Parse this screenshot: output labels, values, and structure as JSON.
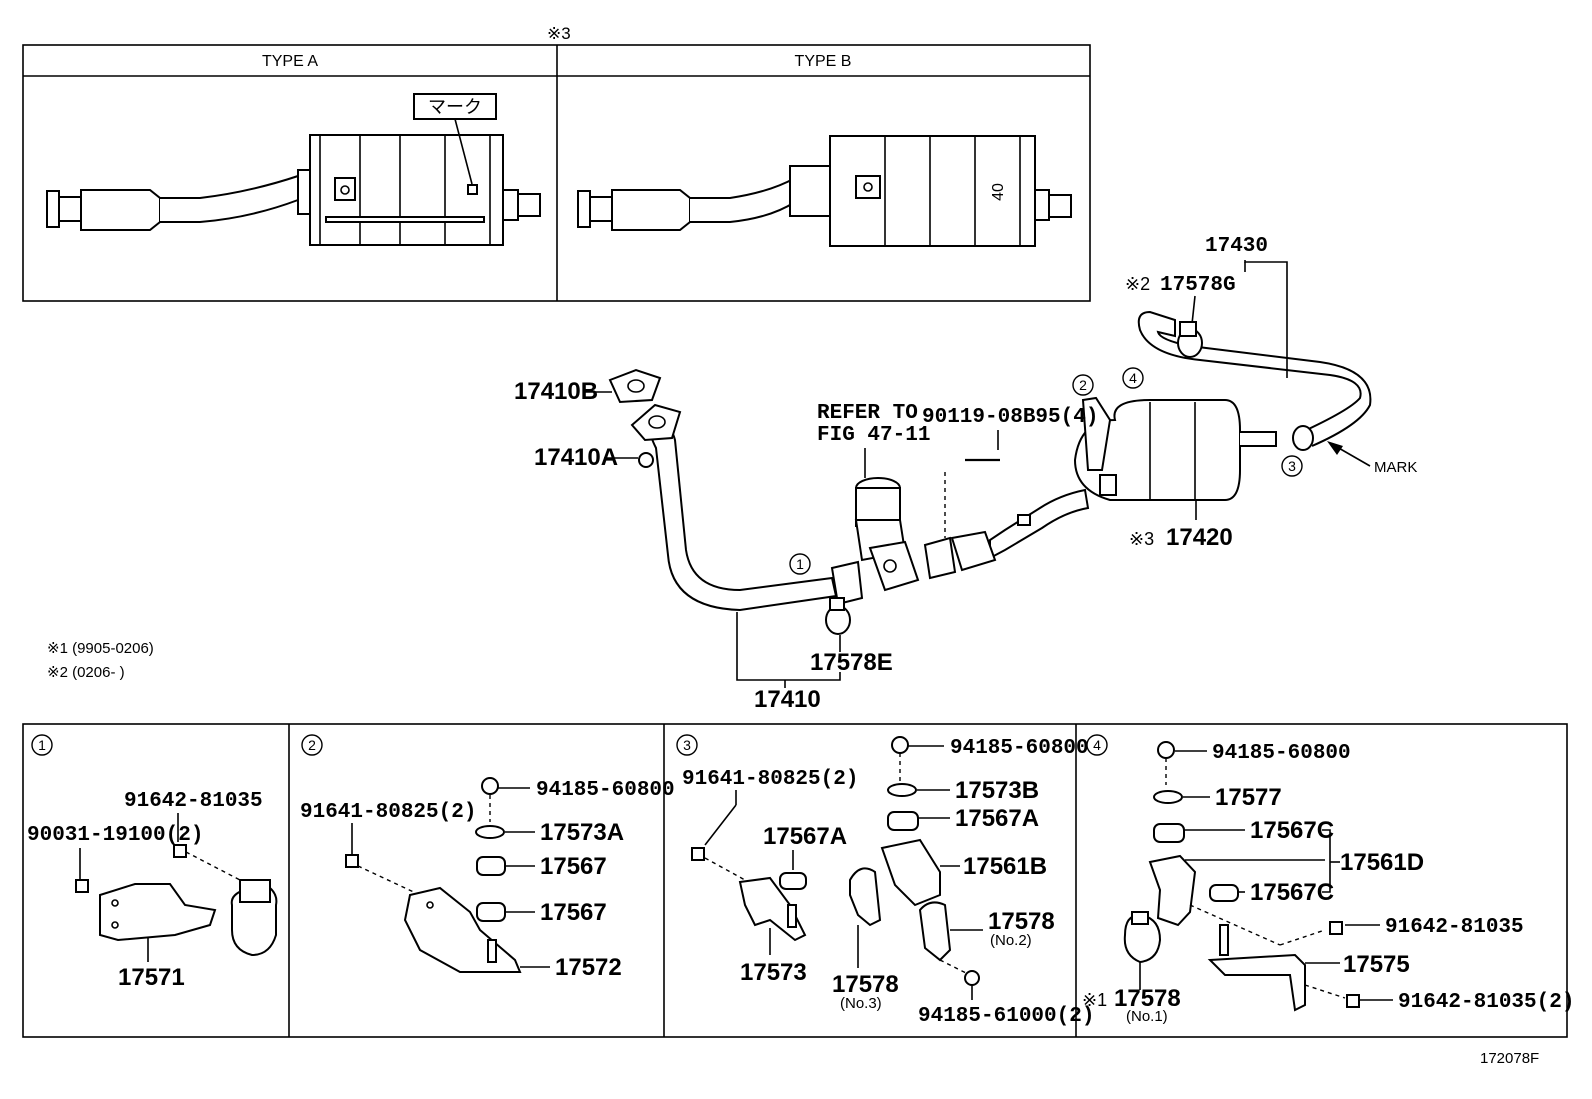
{
  "note_header": "※3",
  "types": {
    "a_label": "TYPE A",
    "b_label": "TYPE B",
    "mark_label": "マーク",
    "b_muffler_number": "40"
  },
  "main": {
    "p17430": "17430",
    "note2_mark": "※2",
    "p17578G": "17578G",
    "p17410B": "17410B",
    "p17410A": "17410A",
    "refer_line1": "REFER TO",
    "refer_line2": "FIG 47-11",
    "bolt_90119": "90119-08B95(4)",
    "mark_text": "MARK",
    "note3_mark": "※3",
    "p17420": "17420",
    "p17578E": "17578E",
    "p17410": "17410",
    "c1": "1",
    "c2": "2",
    "c3": "3",
    "c4": "4"
  },
  "notes": {
    "n1": "※1 (9905-0206)",
    "n2": "※2 (0206-        )"
  },
  "detail1": {
    "num": "1",
    "p91642": "91642-81035",
    "p90031": "90031-19100(2)",
    "p17571": "17571"
  },
  "detail2": {
    "num": "2",
    "p91641": "91641-80825(2)",
    "p94185": "94185-60800",
    "p17573A": "17573A",
    "p17567a": "17567",
    "p17567b": "17567",
    "p17572": "17572"
  },
  "detail3": {
    "num": "3",
    "p94185": "94185-60800",
    "p91641": "91641-80825(2)",
    "p17573B": "17573B",
    "p17567A_r": "17567A",
    "p17567A_l": "17567A",
    "p17561B": "17561B",
    "p17578": "17578",
    "no2": "(No.2)",
    "p17573": "17573",
    "p17578b": "17578",
    "no3": "(No.3)",
    "p94185_61": "94185-61000(2)"
  },
  "detail4": {
    "num": "4",
    "p94185": "94185-60800",
    "p17577": "17577",
    "p17567C_a": "17567C",
    "p17561D": "17561D",
    "p17567C_b": "17567C",
    "p91642": "91642-81035",
    "p17575": "17575",
    "note1_mark": "※1",
    "p17578": "17578",
    "no1": "(No.1)",
    "p91642_2": "91642-81035(2)"
  },
  "footer_code": "172078F"
}
